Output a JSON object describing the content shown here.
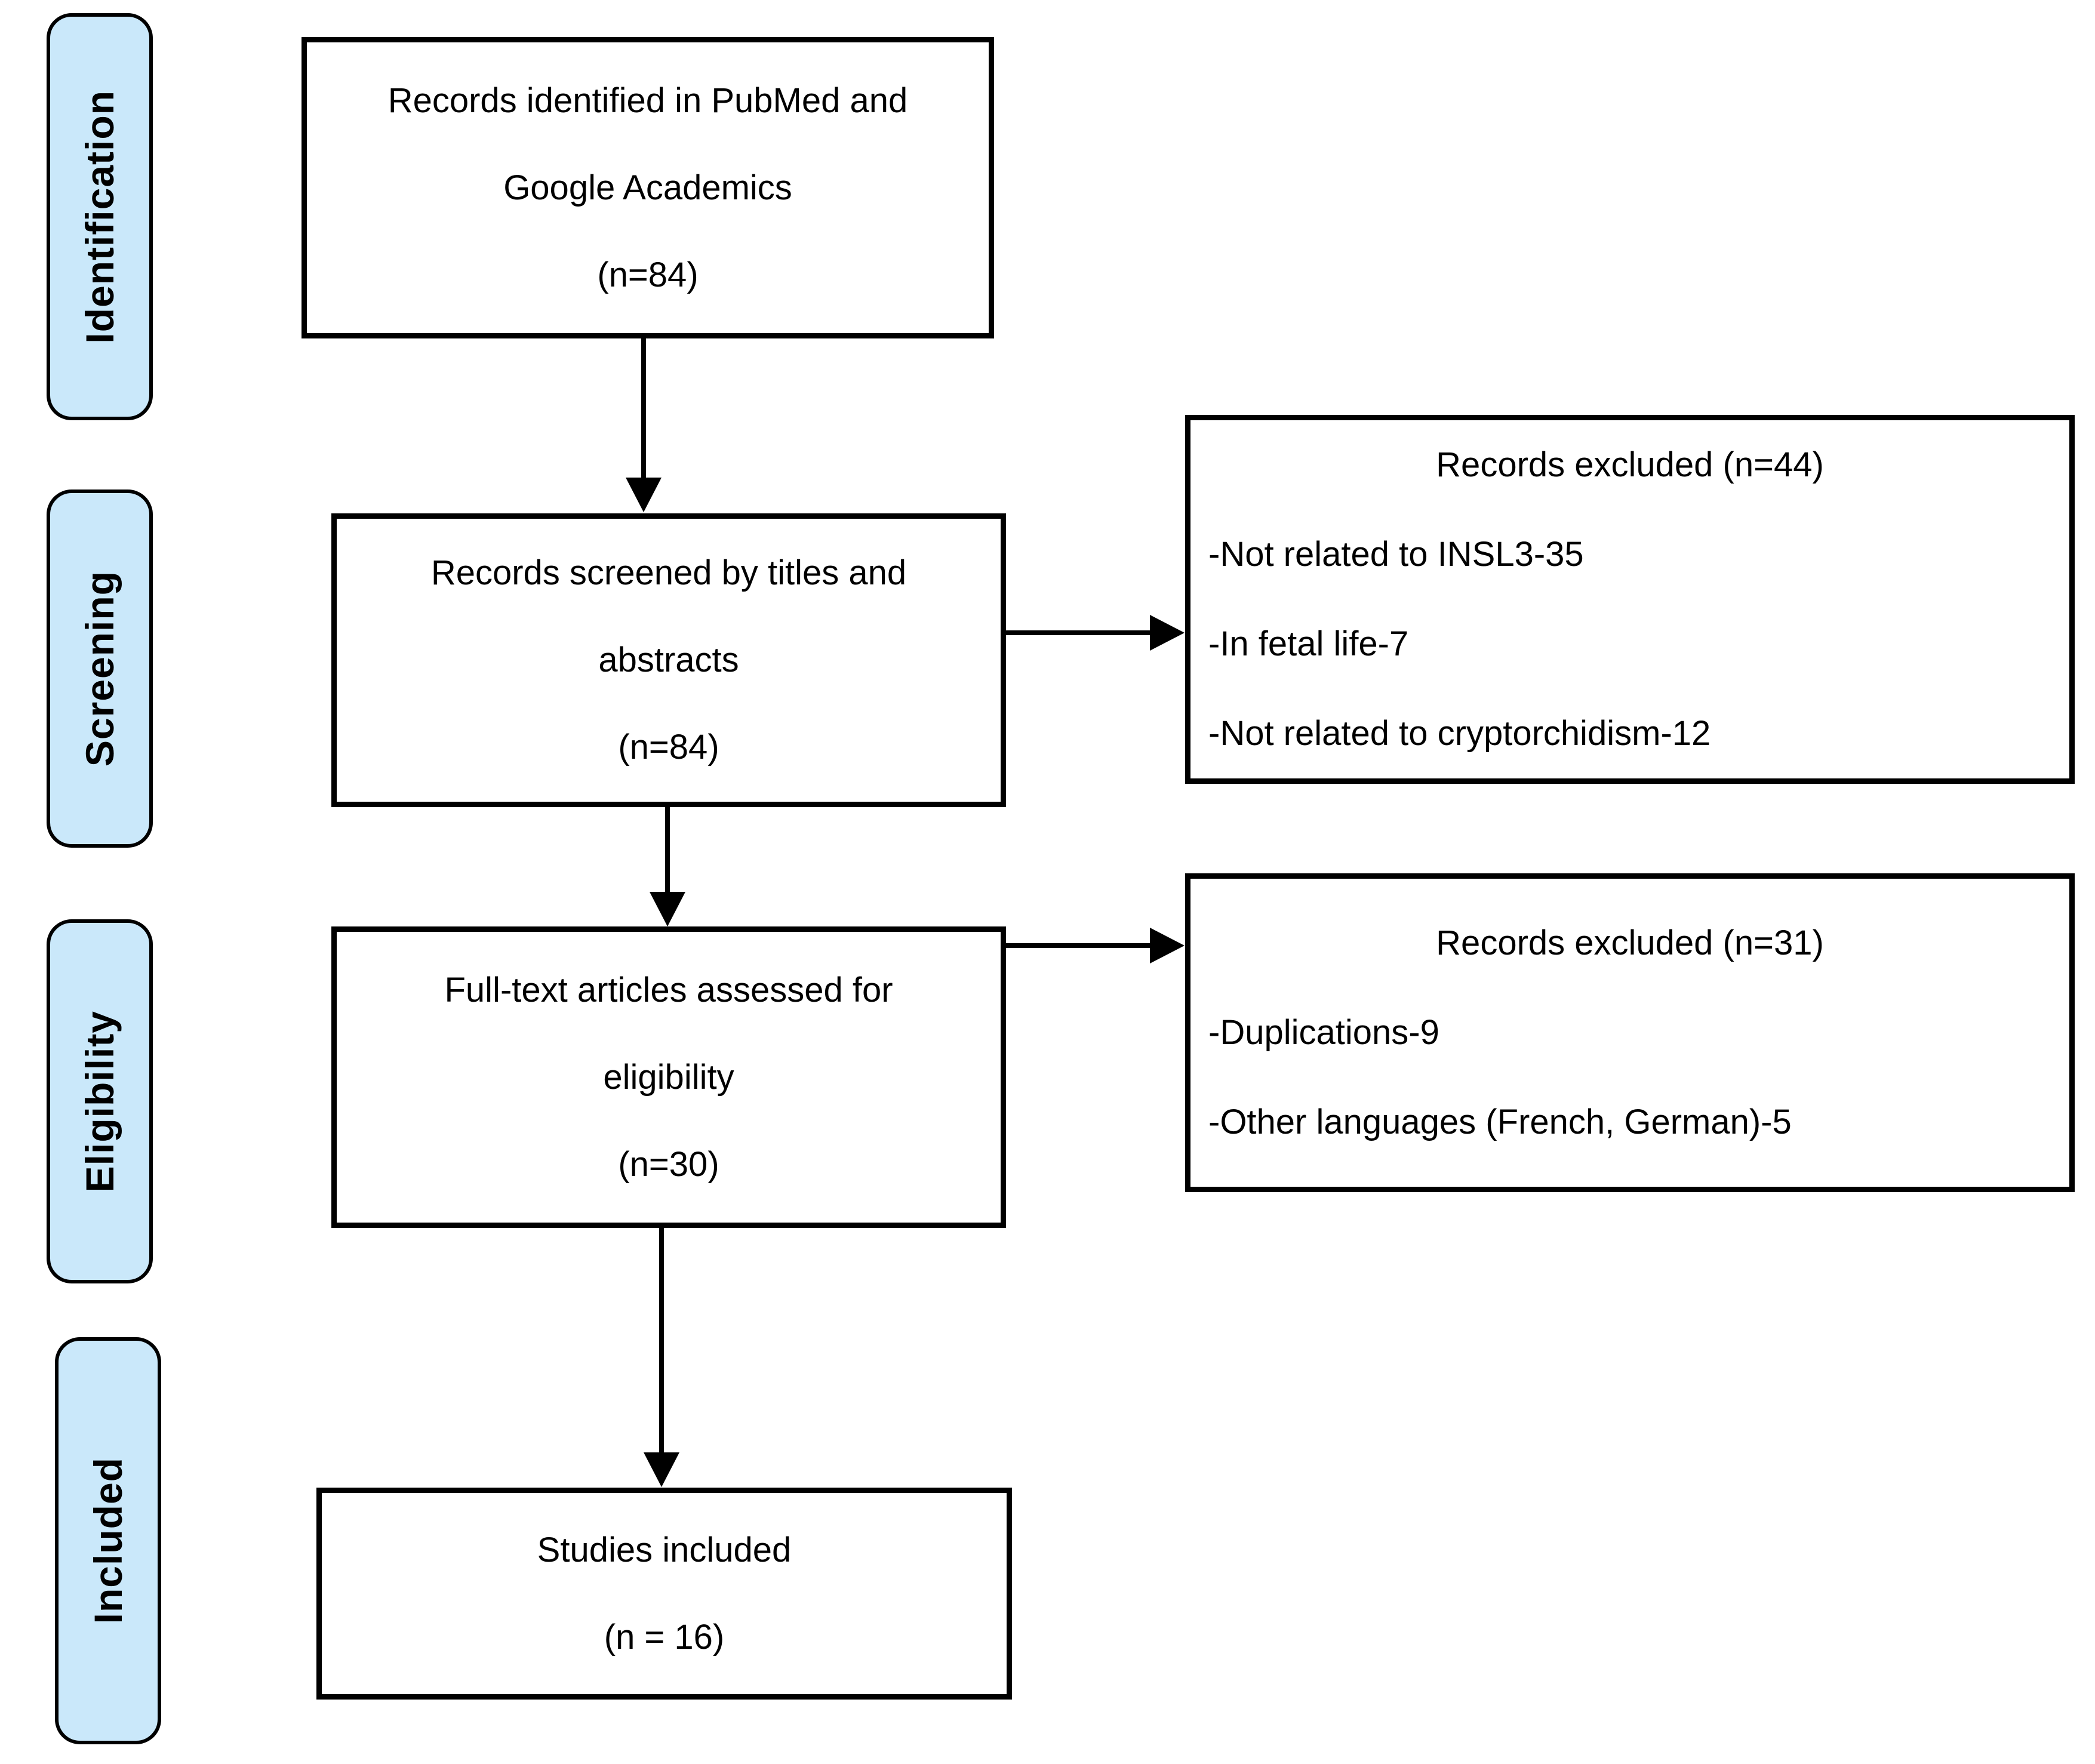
{
  "diagram": {
    "stages": [
      {
        "label": "Identification"
      },
      {
        "label": "Screening"
      },
      {
        "label": "Eligibility"
      },
      {
        "label": "Included"
      }
    ],
    "boxes": {
      "identified": {
        "lines": [
          "Records identified in PubMed and",
          "Google Academics",
          "(n=84)"
        ]
      },
      "screened": {
        "lines": [
          "Records screened by titles and",
          "abstracts",
          "(n=84)"
        ]
      },
      "fulltext": {
        "lines": [
          "Full-text articles assessed for",
          "eligibility",
          "(n=30)"
        ]
      },
      "included": {
        "lines": [
          "Studies included",
          "(n = 16)"
        ]
      },
      "excluded_screening": {
        "title": "Records excluded (n=44)",
        "items": [
          "-Not related to INSL3-35",
          "-In fetal life-7",
          "-Not related to cryptorchidism-12"
        ]
      },
      "excluded_eligibility": {
        "title": "Records excluded (n=31)",
        "items": [
          "-Duplications-9",
          "-Other languages (French, German)-5"
        ]
      }
    },
    "colors": {
      "stage_fill": "#cae8fa",
      "stage_border": "#000000",
      "box_border": "#000000",
      "arrow": "#000000",
      "background": "#ffffff",
      "text": "#000000"
    }
  }
}
